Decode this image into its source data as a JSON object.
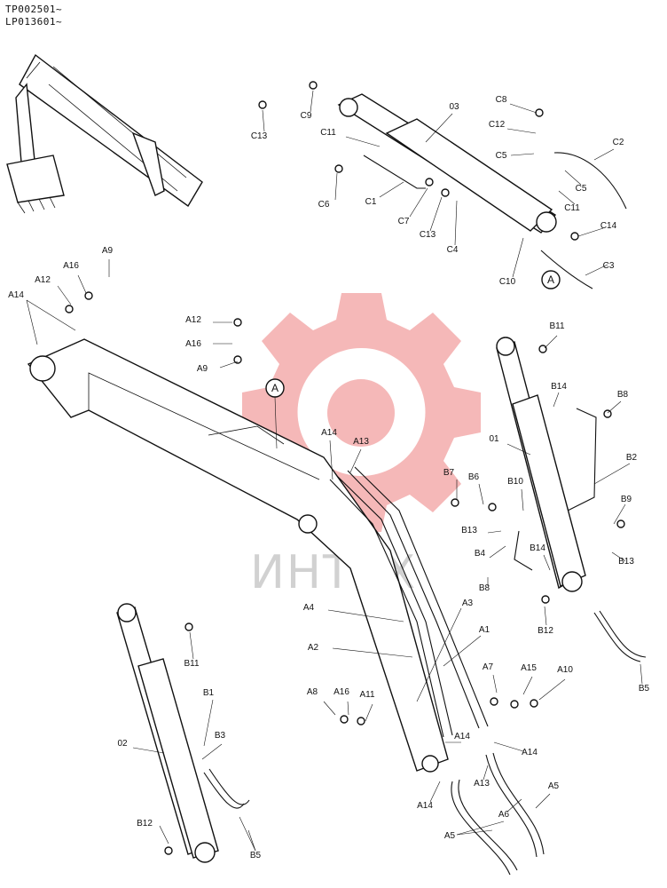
{
  "header": {
    "serial_1": "TP002501~",
    "serial_2": "LP013601~"
  },
  "watermark": {
    "text": "ИНТЕХ",
    "color": "#e64545"
  },
  "callouts": {
    "view_marker": "A"
  },
  "labels": [
    {
      "id": "c13_top",
      "text": "C13"
    },
    {
      "id": "c9",
      "text": "C9"
    },
    {
      "id": "p03",
      "text": "03"
    },
    {
      "id": "c8",
      "text": "C8"
    },
    {
      "id": "c12",
      "text": "C12"
    },
    {
      "id": "c5a",
      "text": "C5"
    },
    {
      "id": "c2",
      "text": "C2"
    },
    {
      "id": "c11a",
      "text": "C11"
    },
    {
      "id": "c5b",
      "text": "C5"
    },
    {
      "id": "c11b",
      "text": "C11"
    },
    {
      "id": "c6",
      "text": "C6"
    },
    {
      "id": "c1",
      "text": "C1"
    },
    {
      "id": "c7",
      "text": "C7"
    },
    {
      "id": "c13_mid",
      "text": "C13"
    },
    {
      "id": "c4",
      "text": "C4"
    },
    {
      "id": "c14",
      "text": "C14"
    },
    {
      "id": "c3",
      "text": "C3"
    },
    {
      "id": "c10",
      "text": "C10"
    },
    {
      "id": "a9_top",
      "text": "A9"
    },
    {
      "id": "a16_top",
      "text": "A16"
    },
    {
      "id": "a12_top",
      "text": "A12"
    },
    {
      "id": "a14_left",
      "text": "A14"
    },
    {
      "id": "a12_mid",
      "text": "A12"
    },
    {
      "id": "a16_mid",
      "text": "A16"
    },
    {
      "id": "a9_mid",
      "text": "A9"
    },
    {
      "id": "b11_top",
      "text": "B11"
    },
    {
      "id": "b14_top",
      "text": "B14"
    },
    {
      "id": "b8_top",
      "text": "B8"
    },
    {
      "id": "p01",
      "text": "01"
    },
    {
      "id": "b2",
      "text": "B2"
    },
    {
      "id": "a14_mid",
      "text": "A14"
    },
    {
      "id": "a13_mid",
      "text": "A13"
    },
    {
      "id": "b7",
      "text": "B7"
    },
    {
      "id": "b6",
      "text": "B6"
    },
    {
      "id": "b10",
      "text": "B10"
    },
    {
      "id": "b9",
      "text": "B9"
    },
    {
      "id": "b13a",
      "text": "B13"
    },
    {
      "id": "b14_mid",
      "text": "B14"
    },
    {
      "id": "b13b",
      "text": "B13"
    },
    {
      "id": "b4",
      "text": "B4"
    },
    {
      "id": "b8_mid",
      "text": "B8"
    },
    {
      "id": "b12_right",
      "text": "B12"
    },
    {
      "id": "a4",
      "text": "A4"
    },
    {
      "id": "a3",
      "text": "A3"
    },
    {
      "id": "a1",
      "text": "A1"
    },
    {
      "id": "a2",
      "text": "A2"
    },
    {
      "id": "b5_right",
      "text": "B5"
    },
    {
      "id": "b11_left",
      "text": "B11"
    },
    {
      "id": "b1",
      "text": "B1"
    },
    {
      "id": "b3",
      "text": "B3"
    },
    {
      "id": "p02",
      "text": "02"
    },
    {
      "id": "b12_left",
      "text": "B12"
    },
    {
      "id": "b5_left",
      "text": "B5"
    },
    {
      "id": "a8",
      "text": "A8"
    },
    {
      "id": "a16_low",
      "text": "A16"
    },
    {
      "id": "a11",
      "text": "A11"
    },
    {
      "id": "a7",
      "text": "A7"
    },
    {
      "id": "a15",
      "text": "A15"
    },
    {
      "id": "a10",
      "text": "A10"
    },
    {
      "id": "a14_low_a",
      "text": "A14"
    },
    {
      "id": "a14_low_b",
      "text": "A14"
    },
    {
      "id": "a14_low_c",
      "text": "A14"
    },
    {
      "id": "a13_low",
      "text": "A13"
    },
    {
      "id": "a5_right",
      "text": "A5"
    },
    {
      "id": "a6",
      "text": "A6"
    },
    {
      "id": "a5_left",
      "text": "A5"
    }
  ]
}
